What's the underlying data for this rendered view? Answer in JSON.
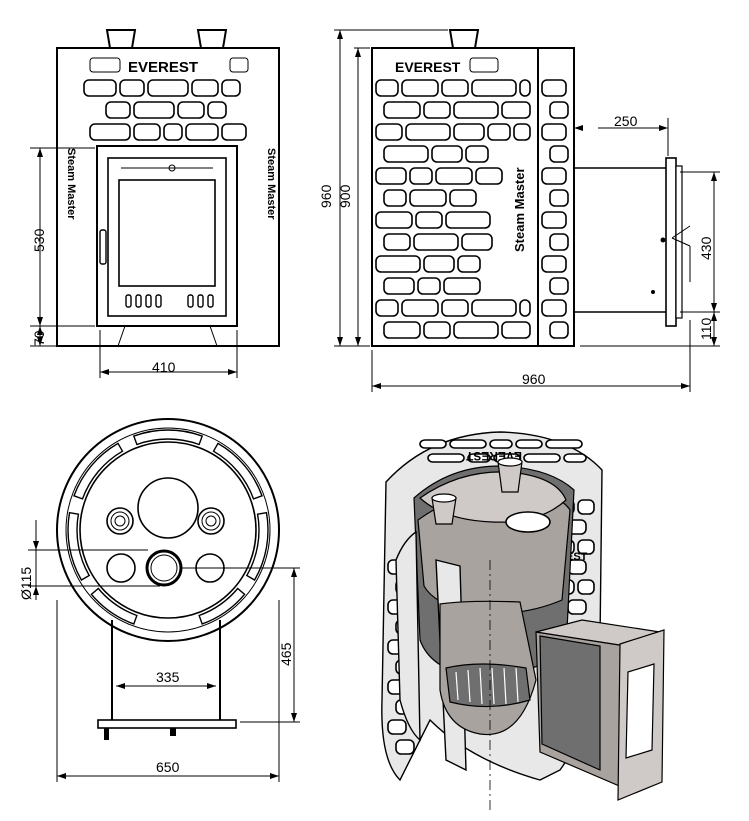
{
  "brand": {
    "front_logo": "EVEREST",
    "side_logo": "EVEREST",
    "side_text": "Steam Master",
    "front_vertical_left": "Steam Master",
    "front_vertical_right": "Steam Master",
    "iso_logo": "EVEREST",
    "iso_side": "EST"
  },
  "dimensions": {
    "front_530": "530",
    "front_70": "70",
    "front_410": "410",
    "side_960_h": "960",
    "side_900": "900",
    "side_250": "250",
    "side_430": "430",
    "side_110": "110",
    "side_960_w": "960",
    "top_diameter": "Ø115",
    "top_335": "335",
    "top_465": "465",
    "top_650": "650"
  }
}
